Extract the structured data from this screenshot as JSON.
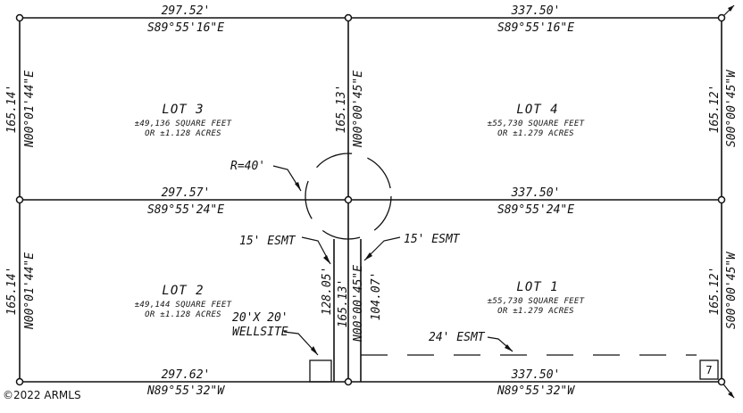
{
  "plat": {
    "lots": [
      {
        "name": "LOT 3",
        "area": "±49,136 SQUARE FEET",
        "acres": "OR ±1.128 ACRES"
      },
      {
        "name": "LOT 4",
        "area": "±55,730 SQUARE FEET",
        "acres": "OR ±1.279 ACRES"
      },
      {
        "name": "LOT 2",
        "area": "±49,144 SQUARE FEET",
        "acres": "OR ±1.128 ACRES"
      },
      {
        "name": "LOT 1",
        "area": "±55,730 SQUARE FEET",
        "acres": "OR ±1.279 ACRES"
      }
    ],
    "top_left": {
      "dist": "297.52'",
      "bearing": "S89°55'16\"E"
    },
    "top_right": {
      "dist": "337.50'",
      "bearing": "S89°55'16\"E"
    },
    "mid_left": {
      "dist": "297.57'",
      "bearing": "S89°55'24\"E"
    },
    "mid_right": {
      "dist": "337.50'",
      "bearing": "S89°55'24\"E"
    },
    "bot_left": {
      "dist": "297.62'",
      "bearing": "N89°55'32\"W"
    },
    "bot_right": {
      "dist": "337.50'",
      "bearing": "N89°55'32\"W"
    },
    "west_upper": {
      "dist": "165.14'",
      "bearing": "N00°01'44\"E"
    },
    "west_lower": {
      "dist": "165.14'",
      "bearing": "N00°01'44\"E"
    },
    "center_upper": {
      "dist": "165.13'",
      "bearing": "N00°00'45\"E"
    },
    "center_lower": {
      "bearing": "N00°00'45\"E",
      "dist_a": "128.05'",
      "dist_b": "165.13'",
      "dist_c": "104.07'"
    },
    "east_upper": {
      "dist": "165.12'",
      "bearing": "S00°00'45\"W"
    },
    "east_lower": {
      "dist": "165.12'",
      "bearing": "S00°00'45\"W"
    },
    "radius": "R=40'",
    "esmt_left": "15' ESMT",
    "esmt_right": "15' ESMT",
    "esmt_bottom": "24' ESMT",
    "wellsite_1": "20'X 20'",
    "wellsite_2": "WELLSITE",
    "page_number": "7"
  },
  "watermark": "©2022 ARMLS"
}
